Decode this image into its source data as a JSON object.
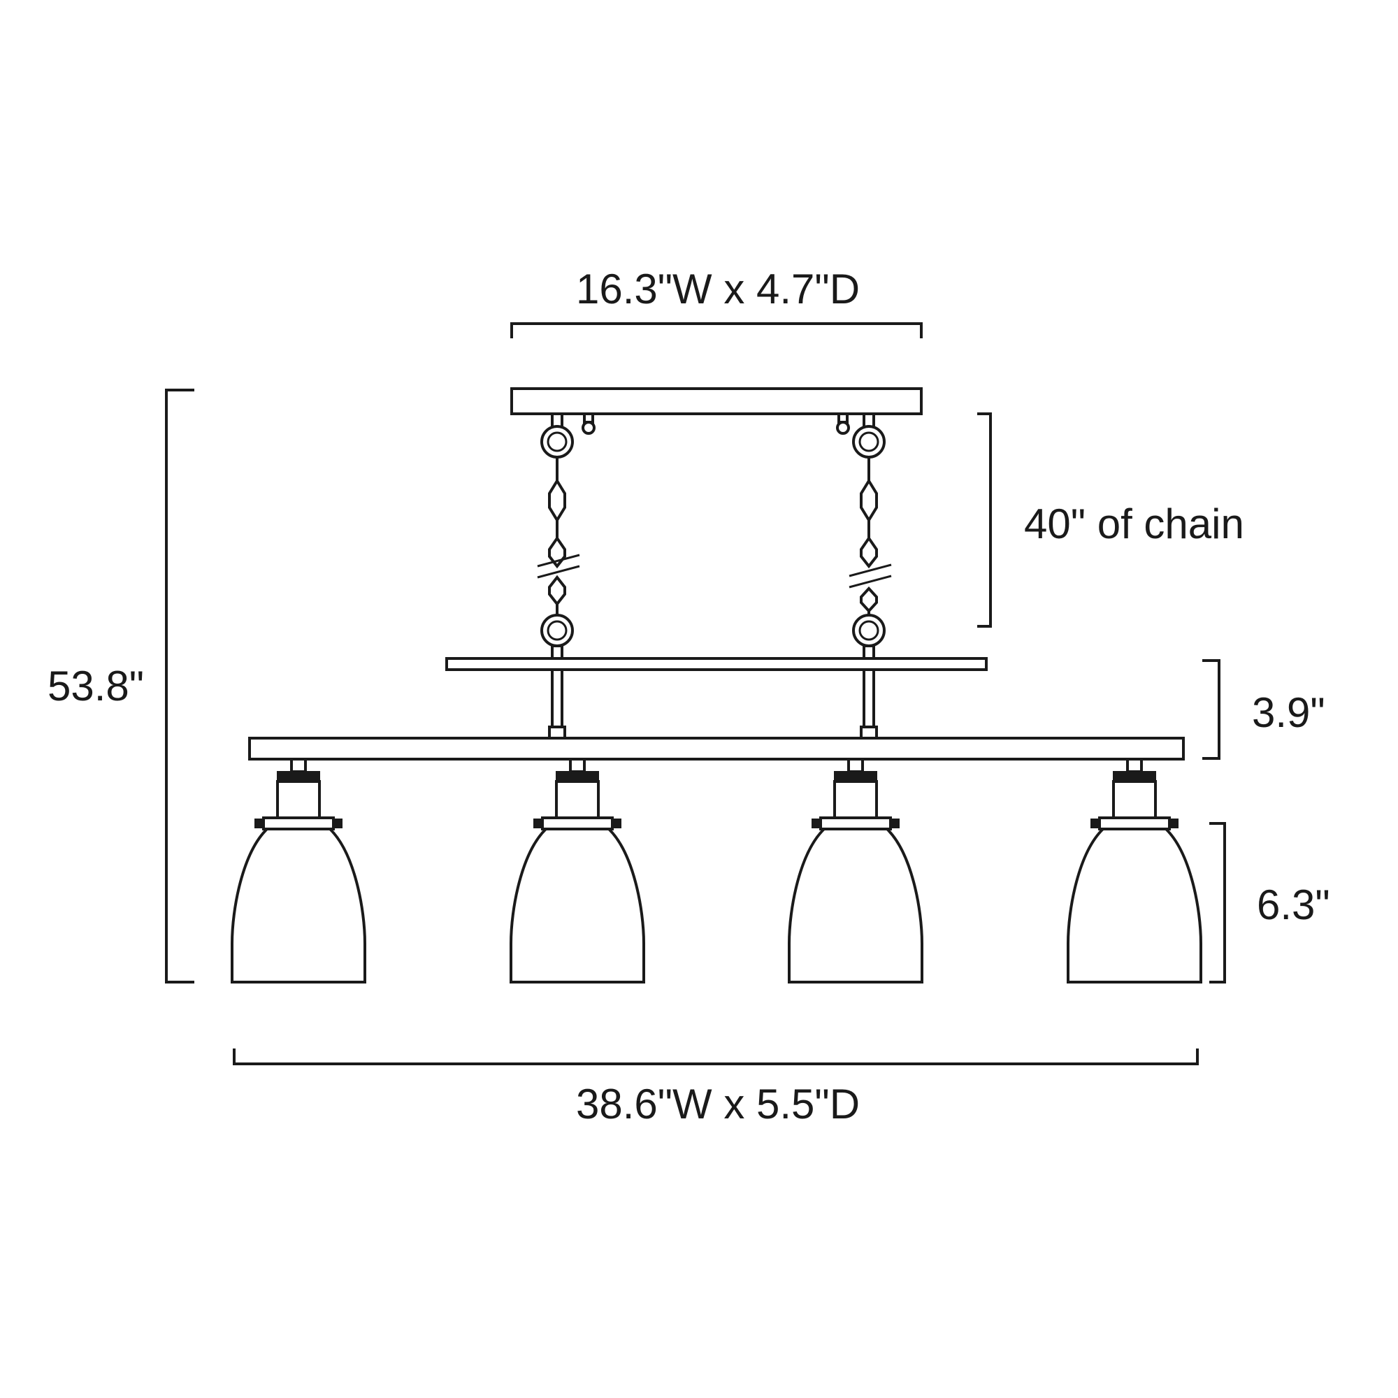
{
  "dimensions": {
    "canopy": "16.3\"W x 4.7\"D",
    "chain": "40\" of chain",
    "overall_height": "53.8\"",
    "body_height": "3.9\"",
    "shade_height": "6.3\"",
    "fixture": "38.6\"W x 5.5\"D"
  },
  "colors": {
    "line": "#1a1a1a",
    "background": "#ffffff"
  }
}
